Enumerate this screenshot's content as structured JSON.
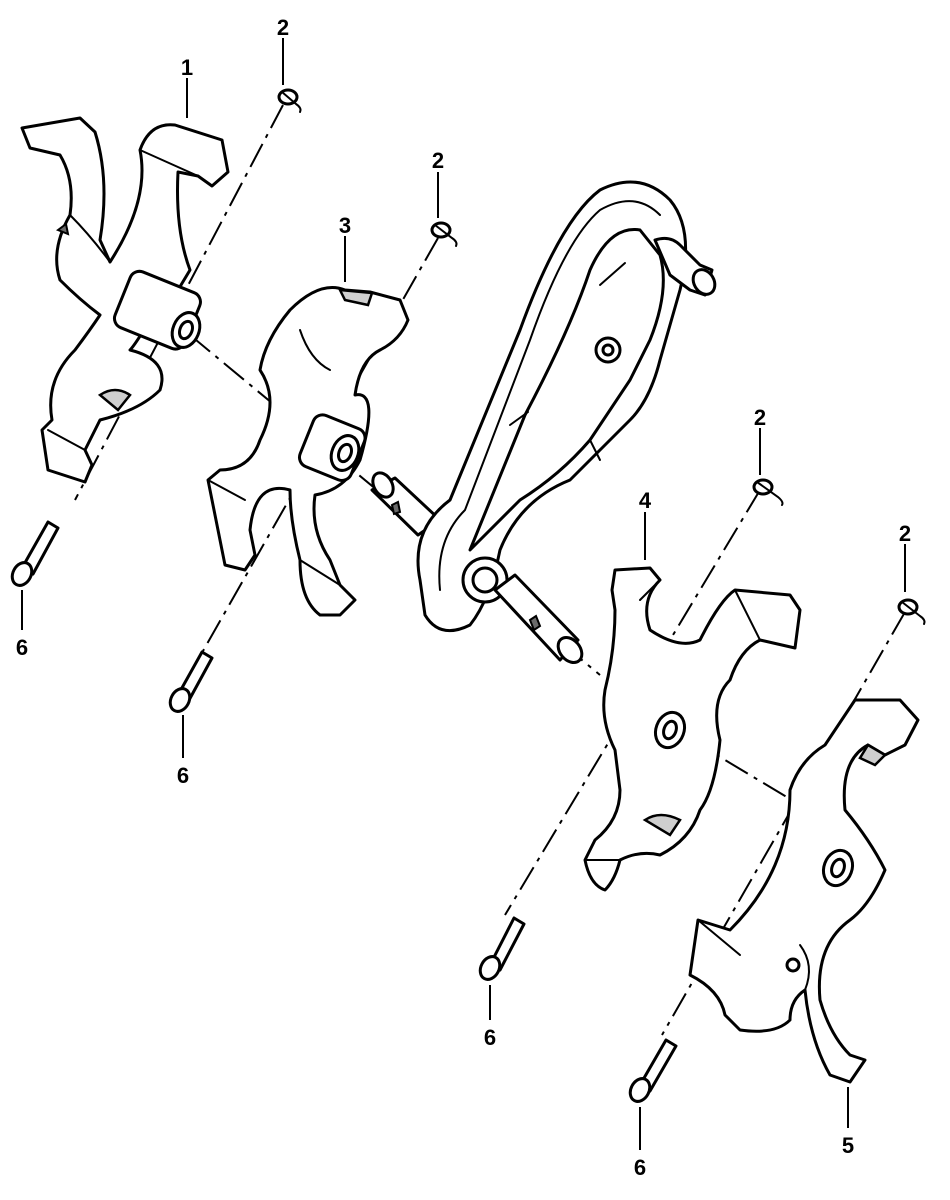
{
  "callouts": {
    "tine_1": "1",
    "cotter_pin_a": "2",
    "cotter_pin_b": "2",
    "cotter_pin_c": "2",
    "cotter_pin_d": "2",
    "tine_3": "3",
    "tine_4": "4",
    "tine_5": "5",
    "bolt_a": "6",
    "bolt_b": "6",
    "bolt_c": "6",
    "bolt_d": "6"
  }
}
